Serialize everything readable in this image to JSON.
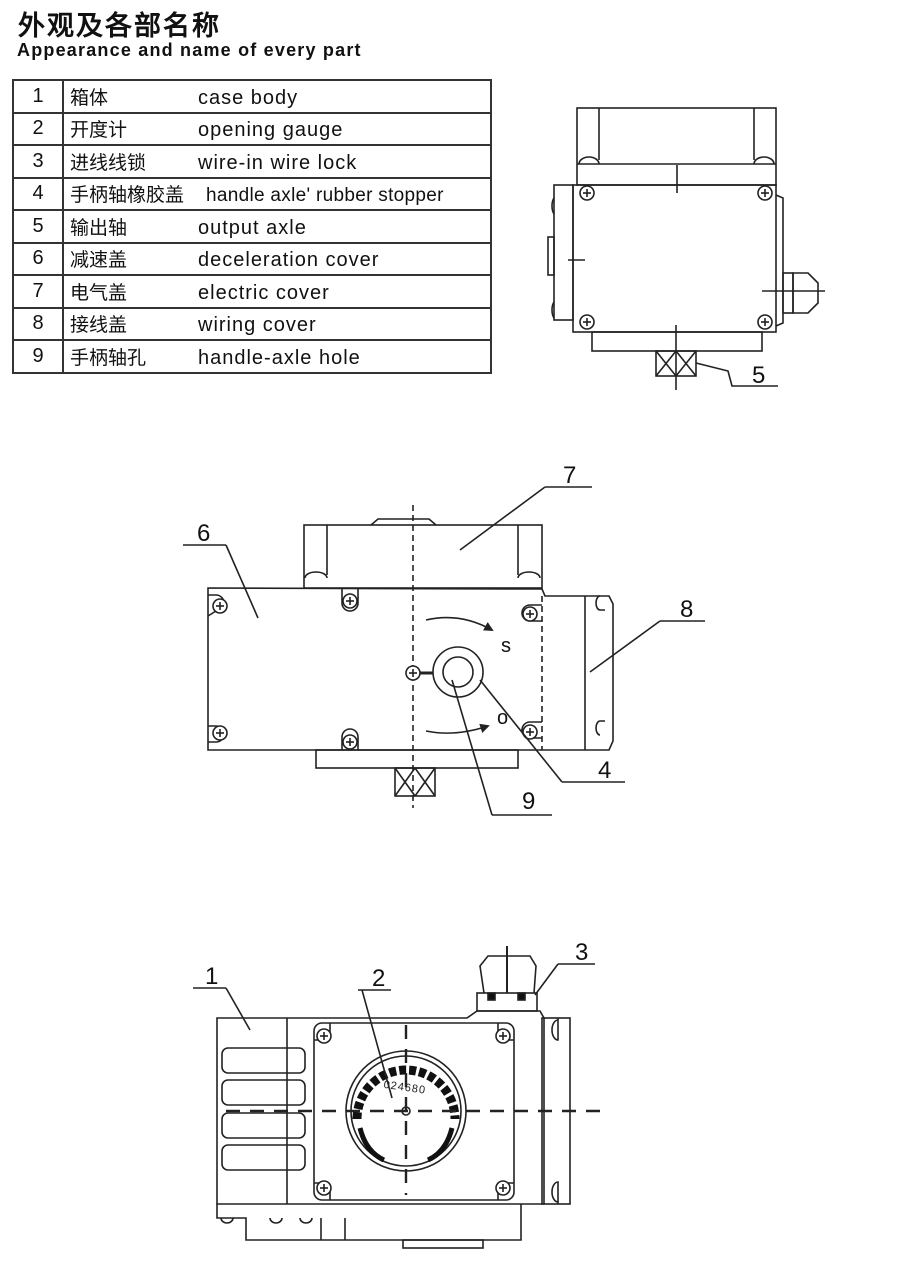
{
  "title": {
    "chinese": "外观及各部名称",
    "english": "Appearance and name of every part"
  },
  "parts": [
    {
      "number": "1",
      "chinese": "箱体",
      "english": "case body"
    },
    {
      "number": "2",
      "chinese": "开度计",
      "english": "opening gauge"
    },
    {
      "number": "3",
      "chinese": "进线线锁",
      "english": "wire-in wire lock"
    },
    {
      "number": "4",
      "chinese": "手柄轴橡胶盖",
      "english": "handle axle' rubber stopper"
    },
    {
      "number": "5",
      "chinese": "输出轴",
      "english": "output axle"
    },
    {
      "number": "6",
      "chinese": "减速盖",
      "english": "deceleration cover"
    },
    {
      "number": "7",
      "chinese": "电气盖",
      "english": "electric cover"
    },
    {
      "number": "8",
      "chinese": "接线盖",
      "english": "wiring cover"
    },
    {
      "number": "9",
      "chinese": "手柄轴孔",
      "english": "handle-axle hole"
    }
  ],
  "views": {
    "bottom_view": {
      "callouts": [
        "5"
      ]
    },
    "side_view": {
      "callouts": [
        "7",
        "6",
        "8",
        "4",
        "9"
      ],
      "rotation_marks": {
        "shut": "s",
        "open": "o"
      }
    },
    "front_view": {
      "callouts": [
        "1",
        "2",
        "3"
      ],
      "gauge_scale": "024680"
    }
  }
}
